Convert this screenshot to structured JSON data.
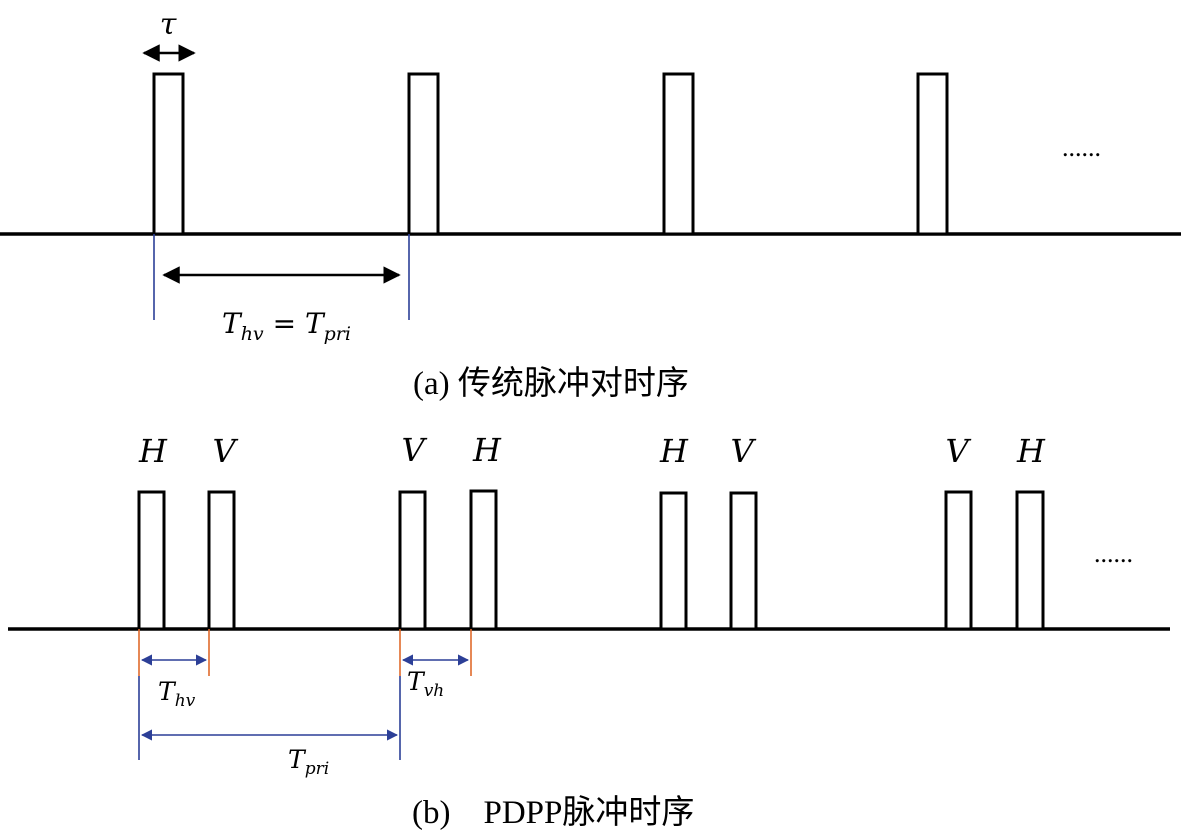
{
  "panel_a": {
    "caption": "(a) 传统脉冲对时序",
    "tau_label": "τ",
    "period_label": {
      "main": "T",
      "sub1": "hv",
      "eq": " = ",
      "main2": "T",
      "sub2": "pri"
    },
    "ellipsis": "......"
  },
  "panel_b": {
    "caption": "(b)    PDPP脉冲时序",
    "pulse_labels": [
      "H",
      "V",
      "V",
      "H",
      "H",
      "V",
      "V",
      "H"
    ],
    "thv_label": {
      "main": "T",
      "sub": "hv"
    },
    "tvh_label": {
      "main": "T",
      "sub": "vh"
    },
    "tpri_label": {
      "main": "T",
      "sub": "pri"
    },
    "ellipsis": "......"
  },
  "colors": {
    "line": "#000000",
    "blue_marker": "#2c3f97",
    "orange_marker": "#e06a2c"
  }
}
